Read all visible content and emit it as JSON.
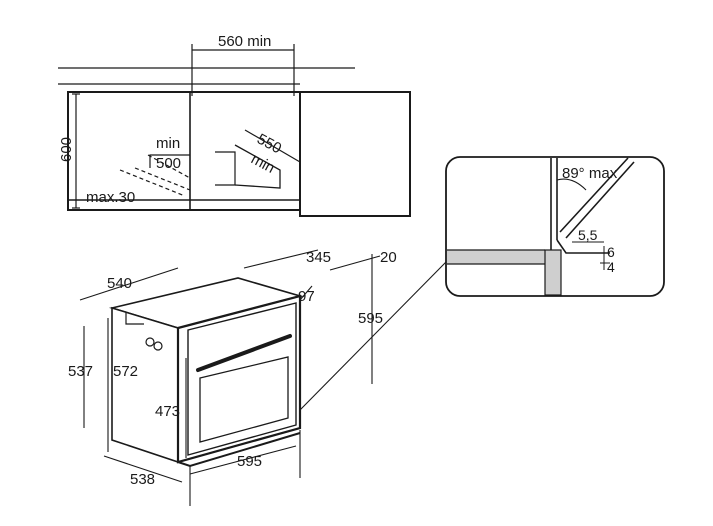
{
  "cabinet": {
    "width_label": "560 min",
    "height_label": "600",
    "depth_label_1": "550",
    "depth_label_2": "min",
    "vent_label_1": "min",
    "vent_label_2": "500",
    "max_label": "max.30"
  },
  "oven": {
    "depth_label": "540",
    "depth_top_label": "345",
    "panel_label": "20",
    "gap_label": "97",
    "height_label": "595",
    "side_height_label": "537",
    "inner_height_label": "572",
    "door_height_label": "473",
    "bottom_depth_label": "538",
    "width_label": "595"
  },
  "detail": {
    "angle_label": "89° max",
    "dim_a": "5,5",
    "dim_b": "6",
    "dim_c": "4"
  }
}
